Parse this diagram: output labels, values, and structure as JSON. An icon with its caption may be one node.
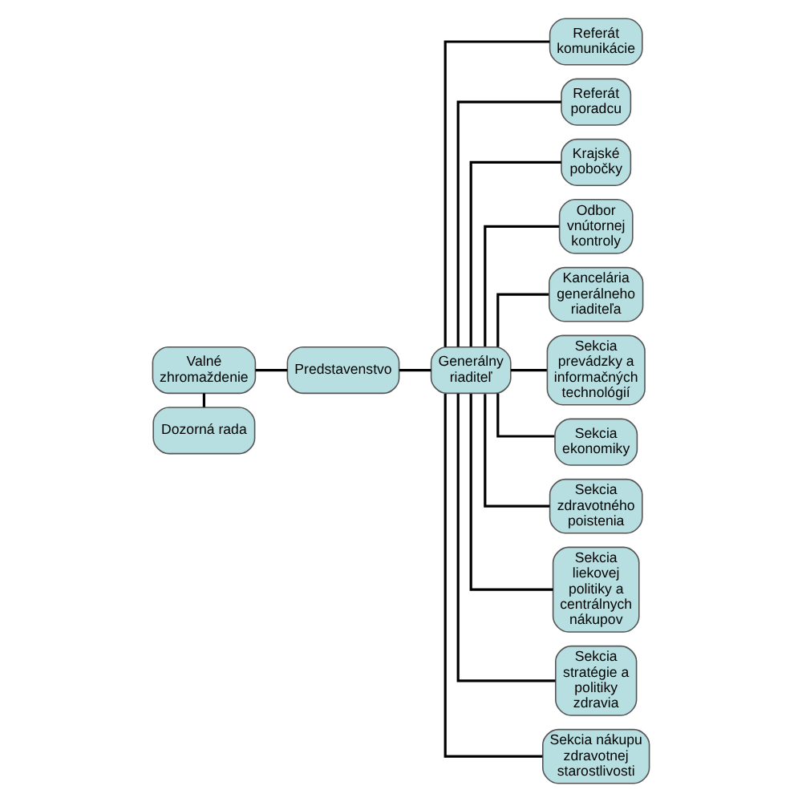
{
  "diagram": {
    "nodes": [
      {
        "text": [
          "Valné zhromaždenie"
        ]
      },
      {
        "text": [
          "Dozorná rada"
        ]
      },
      {
        "text": [
          "Predstavenstvo"
        ]
      },
      {
        "text": [
          "Generálny riaditeľ"
        ]
      },
      {
        "text": [
          "Referát komunikácie"
        ]
      },
      {
        "text": [
          "Referát poradcu"
        ]
      },
      {
        "text": [
          "Krajské pobočky"
        ]
      },
      {
        "text": [
          "Odbor vnútornej kontroly"
        ]
      },
      {
        "text": [
          "Kancelária generálneho riaditeľa"
        ]
      },
      {
        "text": [
          "Sekcia prevádzky a informačných technológií"
        ]
      },
      {
        "text": [
          "Sekcia ekonomiky"
        ]
      },
      {
        "text": [
          "Sekcia zdravotného poistenia"
        ]
      },
      {
        "text": [
          "Sekcia liekovej politiky a centrálnych nákupov"
        ]
      },
      {
        "text": [
          "Sekcia stratégie a politiky zdravia"
        ]
      },
      {
        "text": [
          "Sekcia nákupu zdravotnej starostlivosti"
        ]
      }
    ],
    "edges": [
      {
        "from": 0,
        "to": 2,
        "arrow": "none"
      },
      {
        "from": 0,
        "to": 1,
        "arrow": "none"
      },
      {
        "from": 2,
        "to": 3,
        "arrow": "none"
      },
      {
        "from": 3,
        "to": 4,
        "arrow": "none"
      },
      {
        "from": 3,
        "to": 5,
        "arrow": "none"
      },
      {
        "from": 3,
        "to": 6,
        "arrow": "none"
      },
      {
        "from": 3,
        "to": 7,
        "arrow": "none"
      },
      {
        "from": 3,
        "to": 8,
        "arrow": "none"
      },
      {
        "from": 3,
        "to": 9,
        "arrow": "none"
      },
      {
        "from": 3,
        "to": 10,
        "arrow": "none"
      },
      {
        "from": 3,
        "to": 11,
        "arrow": "none"
      },
      {
        "from": 3,
        "to": 12,
        "arrow": "none"
      },
      {
        "from": 3,
        "to": 13,
        "arrow": "none"
      },
      {
        "from": 3,
        "to": 14,
        "arrow": "none"
      }
    ]
  }
}
